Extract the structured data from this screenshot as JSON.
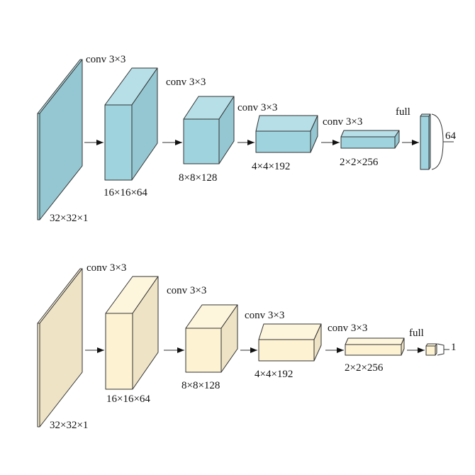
{
  "colors": {
    "blue": "#9fd4df",
    "cream": "#fdf2d2",
    "stroke": "#333333"
  },
  "top": {
    "l1_size": "32×32×1",
    "l1_op": "conv 3×3",
    "l2_size": "16×16×64",
    "l2_op": "conv 3×3",
    "l3_size": "8×8×128",
    "l3_op": "conv 3×3",
    "l4_size": "4×4×192",
    "l4_op": "conv 3×3",
    "l5_size": "2×2×256",
    "l5_op": "full",
    "output": "64"
  },
  "bottom": {
    "l1_size": "32×32×1",
    "l1_op": "conv 3×3",
    "l2_size": "16×16×64",
    "l2_op": "conv 3×3",
    "l3_size": "8×8×128",
    "l3_op": "conv 3×3",
    "l4_size": "4×4×192",
    "l4_op": "conv 3×3",
    "l5_size": "2×2×256",
    "l5_op": "full",
    "output": "1"
  }
}
